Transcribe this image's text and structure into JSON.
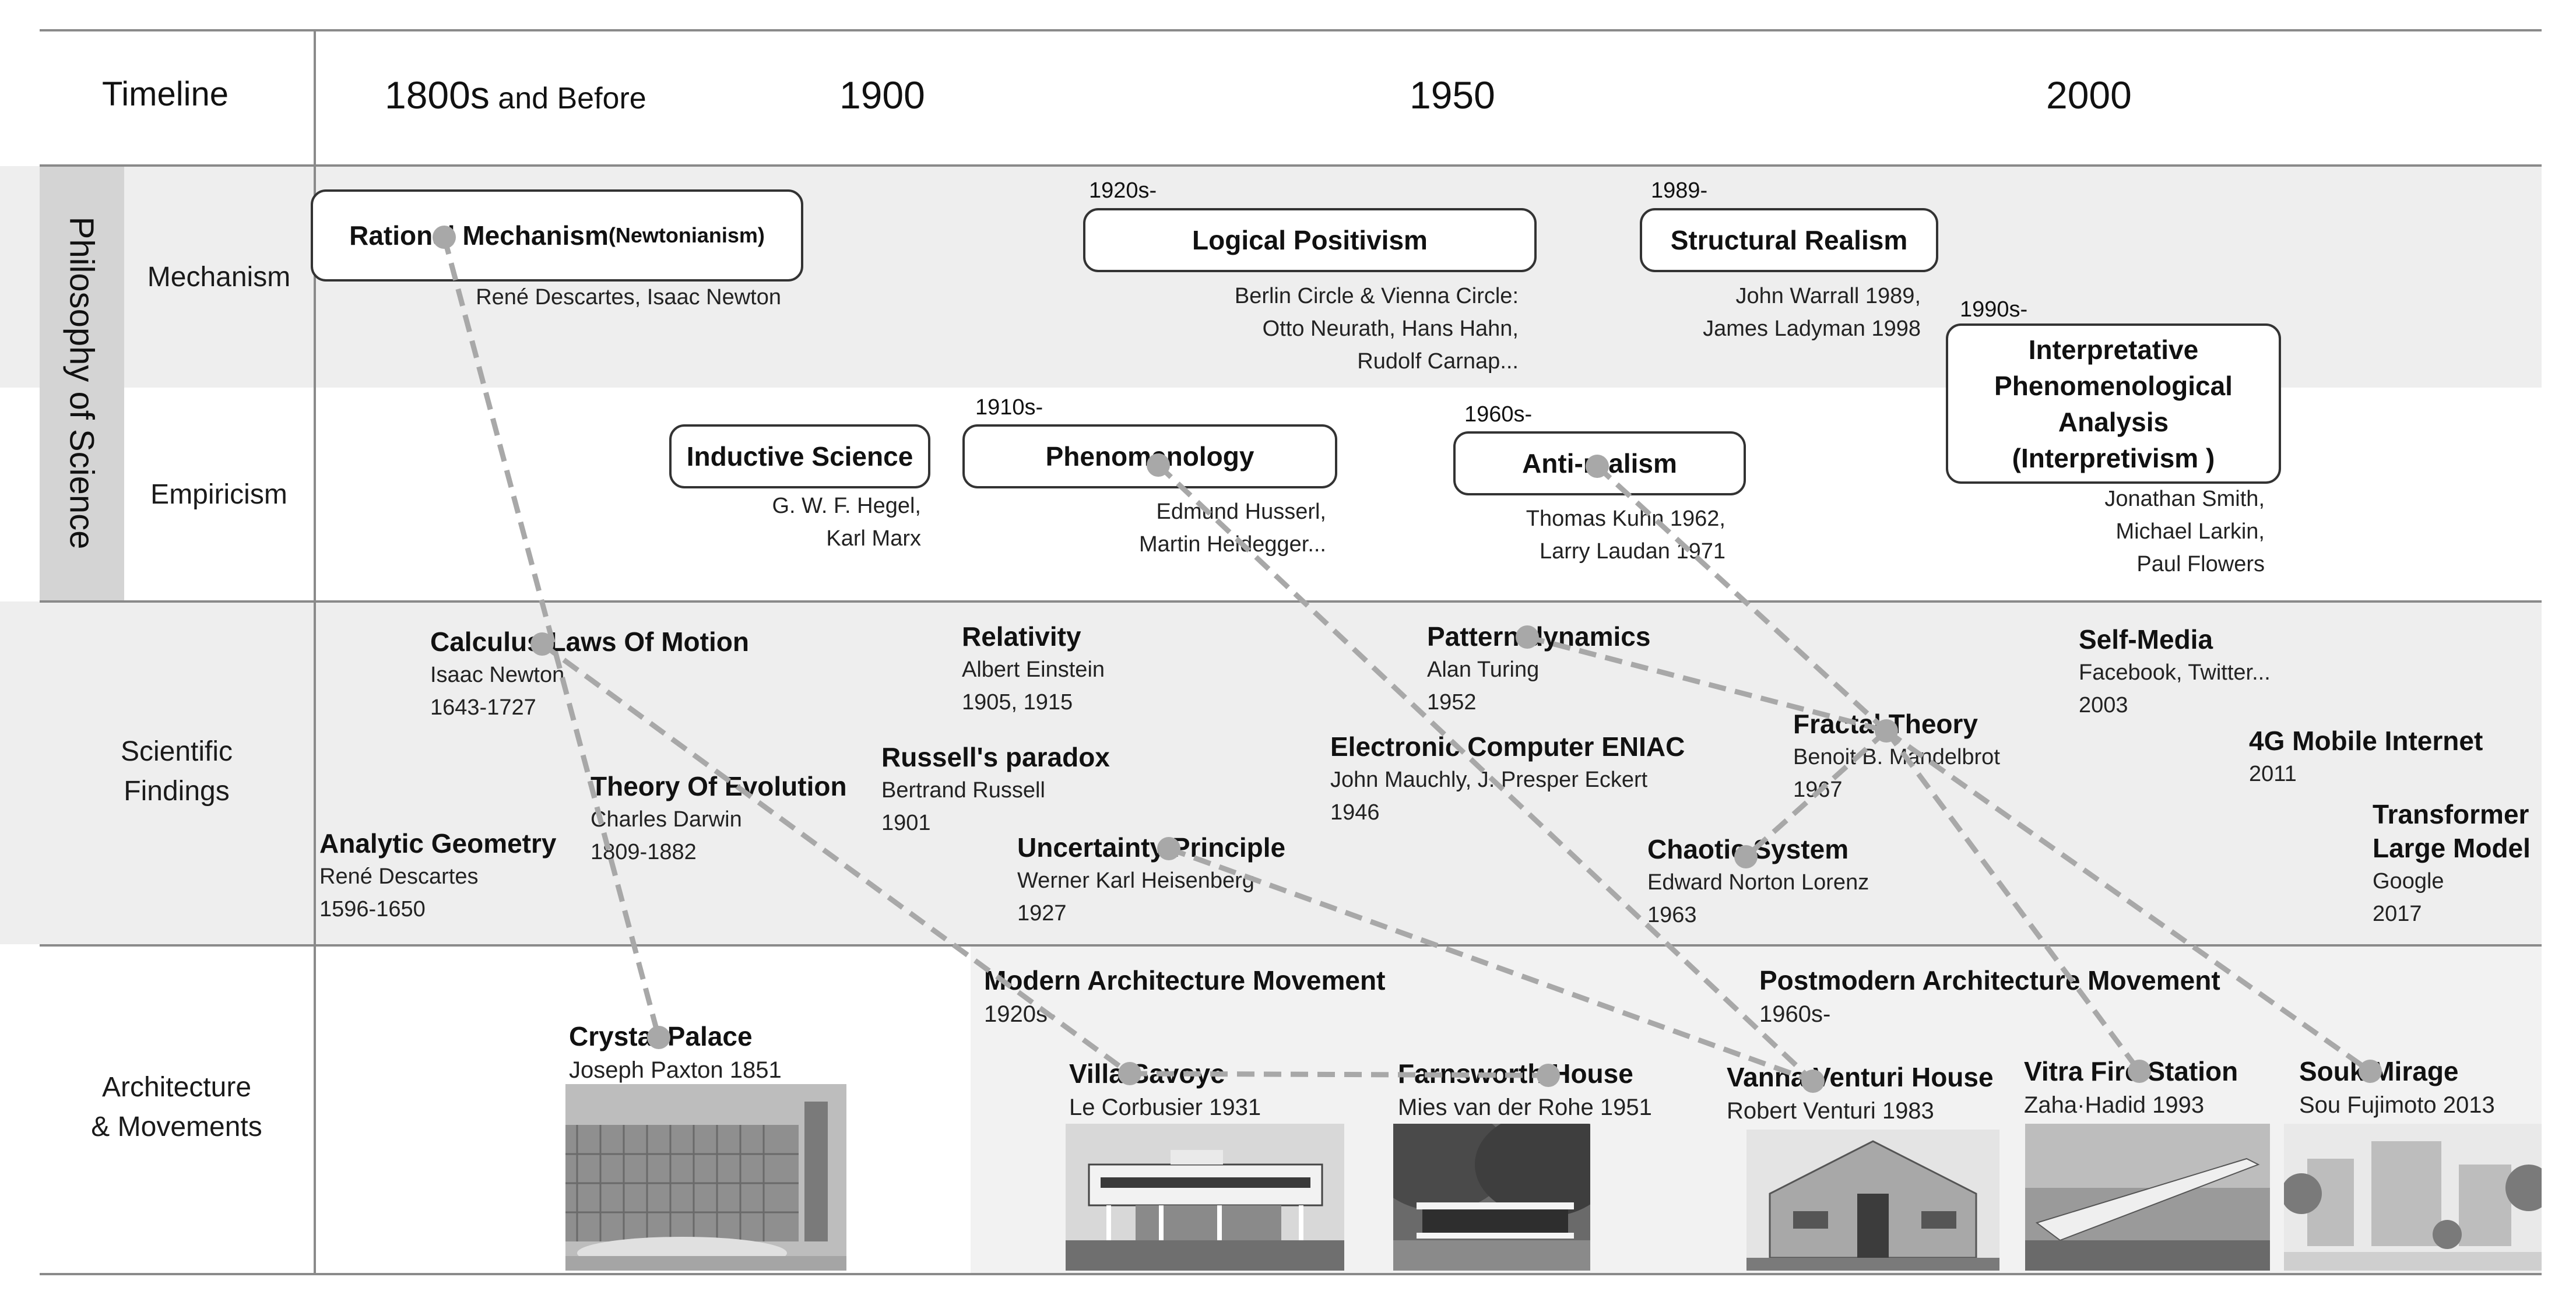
{
  "timeline": {
    "header_label": "Timeline",
    "eras": [
      {
        "main": "1800s",
        "suffix": " and Before"
      },
      {
        "main": "1900",
        "suffix": ""
      },
      {
        "main": "1950",
        "suffix": ""
      },
      {
        "main": "2000",
        "suffix": ""
      }
    ]
  },
  "rows": {
    "philosophy": "Philosophy of Science",
    "mechanism": "Mechanism",
    "empiricism": "Empiricism",
    "scientific": "Scientific\nFindings",
    "architecture": "Architecture\n& Movements"
  },
  "philosophy": {
    "rational_mechanism": {
      "title": "Rational Mechanism",
      "sub": " (Newtonianism)",
      "people": "René Descartes, Isaac Newton"
    },
    "logical_positivism": {
      "date": "1920s-",
      "title": "Logical Positivism",
      "people": "Berlin Circle & Vienna Circle:\nOtto Neurath, Hans Hahn,\nRudolf Carnap..."
    },
    "structural_realism": {
      "date": "1989-",
      "title": "Structural Realism",
      "people": "John Warrall 1989,\nJames Ladyman 1998"
    },
    "inductive_science": {
      "title": "Inductive Science",
      "people": "G. W. F. Hegel,\nKarl Marx"
    },
    "phenomenology": {
      "date": "1910s-",
      "title": "Phenomenology",
      "people": "Edmund Husserl,\nMartin Heidegger..."
    },
    "anti_realism": {
      "date": "1960s-",
      "title": "Anti-realism",
      "people": "Thomas Kuhn 1962,\nLarry Laudan 1971"
    },
    "ipa": {
      "date": "1990s-",
      "title": "Interpretative\nPhenomenological\nAnalysis\n(Interpretivism )",
      "people": "Jonathan Smith,\nMichael Larkin,\nPaul Flowers"
    }
  },
  "findings": {
    "calculus": {
      "title": "Calculus Laws Of Motion",
      "people": "Isaac Newton\n1643-1727"
    },
    "evolution": {
      "title": "Theory Of Evolution",
      "people": "Charles Darwin\n1809-1882"
    },
    "analytic_geometry": {
      "title": "Analytic Geometry",
      "people": "René Descartes\n1596-1650"
    },
    "relativity": {
      "title": "Relativity",
      "people": "Albert Einstein\n1905, 1915"
    },
    "russell": {
      "title": "Russell's paradox",
      "people": "Bertrand Russell\n1901"
    },
    "uncertainty": {
      "title": "Uncertainty Principle",
      "people": "Werner Karl Heisenberg\n1927"
    },
    "pattern": {
      "title": "Pattern dynamics",
      "people": "Alan Turing\n1952"
    },
    "eniac": {
      "title": "Electronic Computer ENIAC",
      "people": "John Mauchly, J. Presper Eckert\n1946"
    },
    "fractal": {
      "title": "Fractal Theory",
      "people": "Benoit B. Mandelbrot\n1967"
    },
    "chaotic": {
      "title": "Chaotic System",
      "people": "Edward Norton Lorenz\n1963"
    },
    "self_media": {
      "title": "Self-Media",
      "people": "Facebook, Twitter...\n2003"
    },
    "mobile": {
      "title": "4G Mobile Internet",
      "people": "2011"
    },
    "transformer": {
      "title": "Transformer\nLarge Model",
      "people": "Google\n2017"
    }
  },
  "architecture": {
    "modern_movement": {
      "title": "Modern Architecture Movement",
      "date": "1920s-"
    },
    "postmodern_movement": {
      "title": "Postmodern Architecture Movement",
      "date": "1960s-"
    },
    "crystal_palace": {
      "title": "Crystal Palace",
      "people": "Joseph Paxton 1851"
    },
    "villa_savoye": {
      "title": "Villa Savoye",
      "people": "Le Corbusier 1931"
    },
    "farnsworth": {
      "title": "Farnsworth House",
      "people": "Mies van der Rohe 1951"
    },
    "vanna_venturi": {
      "title": "Vanna Venturi House",
      "people": "Robert Venturi 1983"
    },
    "vitra": {
      "title": "Vitra Fire Station",
      "people": "Zaha·Hadid 1993"
    },
    "souk_mirage": {
      "title": "Souk Mirage",
      "people": "Sou Fujimoto 2013"
    }
  },
  "colors": {
    "band_gray": "#eeeeee",
    "label_gray": "#d4d4d4",
    "line_gray": "#8a8a8a",
    "connector_gray": "#a8a8a8"
  }
}
